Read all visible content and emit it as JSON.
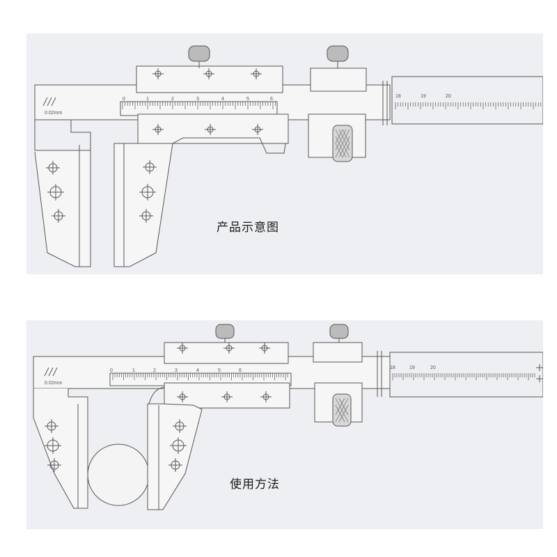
{
  "figures": [
    {
      "id": "top",
      "caption": "产品示意图",
      "vernier_label": "0.02mm",
      "vernier_numbers": [
        "0",
        "1",
        "2",
        "3",
        "4",
        "5",
        "6"
      ],
      "main_scale_numbers": [
        "18",
        "19",
        "20"
      ]
    },
    {
      "id": "bottom",
      "caption": "使用方法",
      "vernier_label": "0.02mm",
      "vernier_numbers": [
        "0",
        "1",
        "2",
        "3",
        "4",
        "5",
        "6"
      ],
      "main_scale_numbers": [
        "18",
        "19",
        "20"
      ]
    }
  ],
  "colors": {
    "line": "#555555",
    "panel": "#eeeff2",
    "knurl": "#8a8a8a"
  }
}
